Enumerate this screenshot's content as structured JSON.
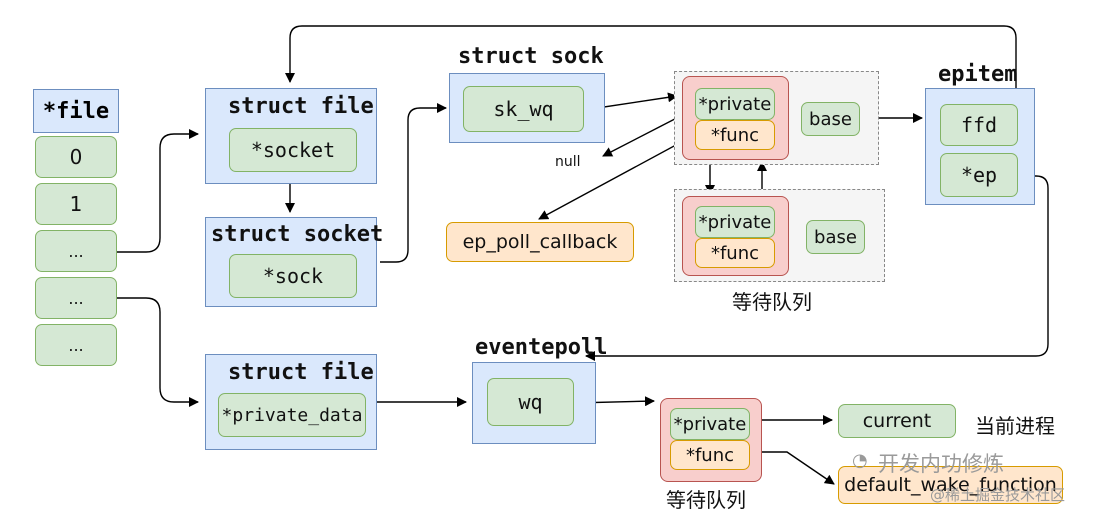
{
  "file_table": {
    "title": "*file",
    "slots": [
      "0",
      "1",
      "...",
      "...",
      "..."
    ]
  },
  "struct_file_socket": {
    "title": "struct file",
    "field": "*socket"
  },
  "struct_socket": {
    "title": "struct socket",
    "field": "*sock"
  },
  "struct_sock": {
    "title": "struct sock",
    "field": "sk_wq"
  },
  "wait_queue_top": {
    "caption": "等待队列",
    "entry1": {
      "private": "*private",
      "func": "*func",
      "base": "base"
    },
    "entry2": {
      "private": "*private",
      "func": "*func",
      "base": "base"
    }
  },
  "null_label": "null",
  "callback_label": "ep_poll_callback",
  "epitem": {
    "title": "epitem",
    "ffd": "ffd",
    "ep": "*ep"
  },
  "struct_file_private": {
    "title": "struct file",
    "field": "*private_data"
  },
  "eventpoll": {
    "title": "eventepoll",
    "field": "wq"
  },
  "wait_queue_bottom": {
    "caption": "等待队列",
    "private": "*private",
    "func": "*func"
  },
  "current_label": "current",
  "current_caption": "当前进程",
  "wake_function_label": "default_wake_function",
  "watermark": {
    "account": "开发内功修炼",
    "site": "@稀土掘金技术社区"
  },
  "colors": {
    "blue_fill": "#dae8fc",
    "blue_stroke": "#6c8ebf",
    "green_fill": "#d5e8d4",
    "green_stroke": "#82b366",
    "orange_fill": "#ffe6cc",
    "orange_stroke": "#d79b00",
    "red_fill": "#f8cecc",
    "red_stroke": "#b85450"
  }
}
